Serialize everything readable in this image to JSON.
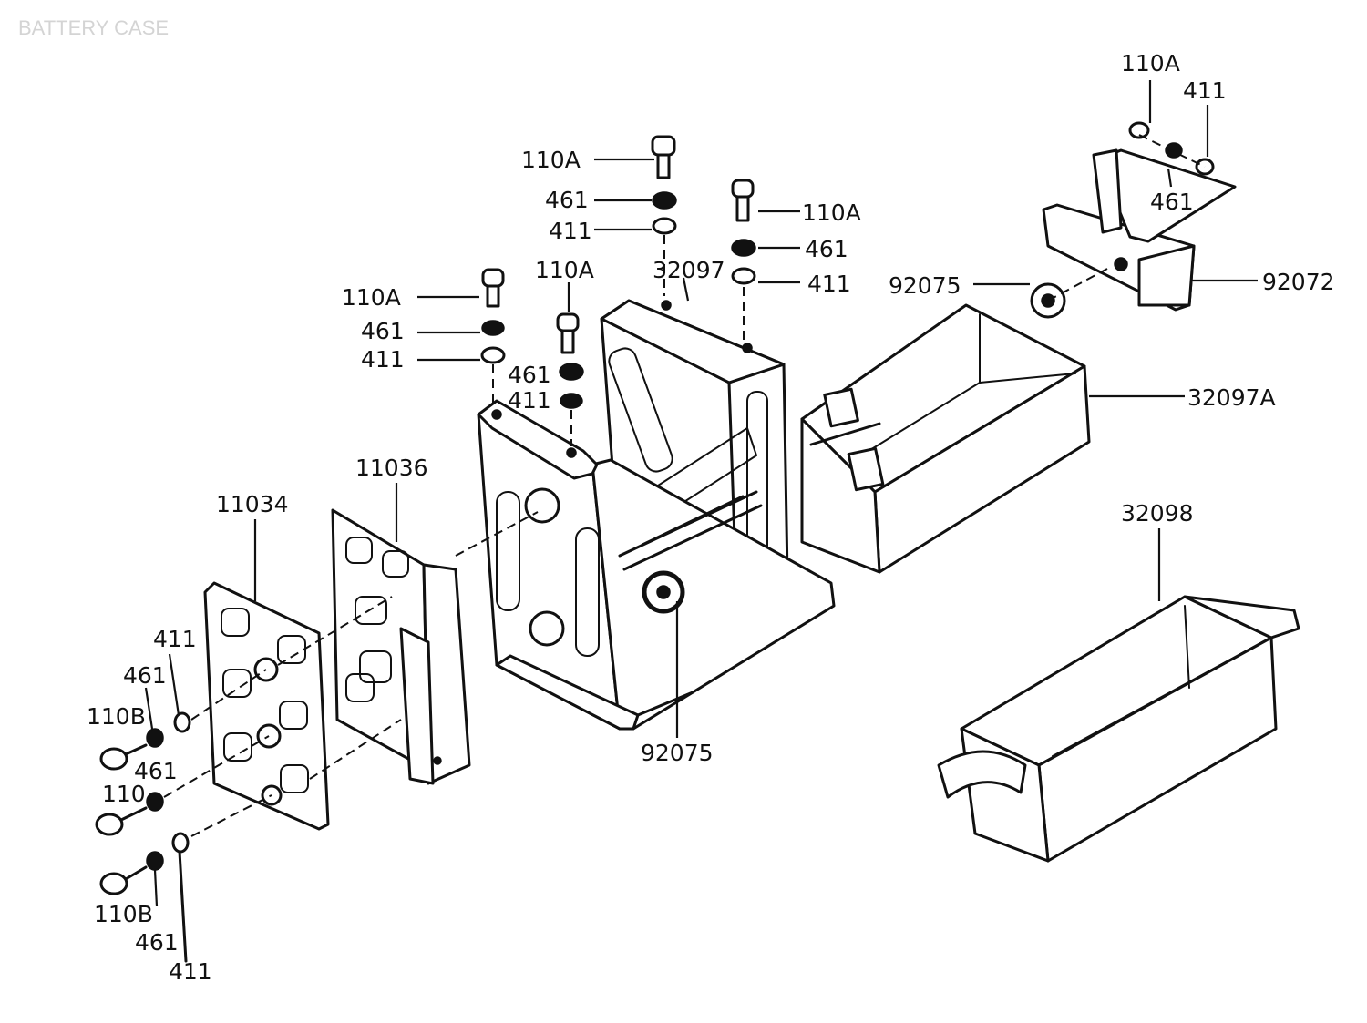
{
  "title": "BATTERY CASE",
  "callouts": {
    "tr_110A": "110A",
    "tr_411": "411",
    "tr_461": "461",
    "tr_92072": "92072",
    "tr_92075": "92075",
    "top_110A": "110A",
    "top_461": "461",
    "top_411": "411",
    "top_32097": "32097",
    "right_110A": "110A",
    "right_461": "461",
    "right_411": "411",
    "left_110A": "110A",
    "left_461": "461",
    "left_411": "411",
    "mid_110A": "110A",
    "mid_461": "461",
    "mid_411": "411",
    "p_32097A": "32097A",
    "p_11036": "11036",
    "p_11034": "11034",
    "p_32098": "32098",
    "bottom_92075": "92075",
    "l_411_a": "411",
    "l_461_a": "461",
    "l_110B_a": "110B",
    "l_461_b": "461",
    "l_110": "110",
    "l_110B_b": "110B",
    "l_461_c": "461",
    "l_411_b": "411"
  }
}
